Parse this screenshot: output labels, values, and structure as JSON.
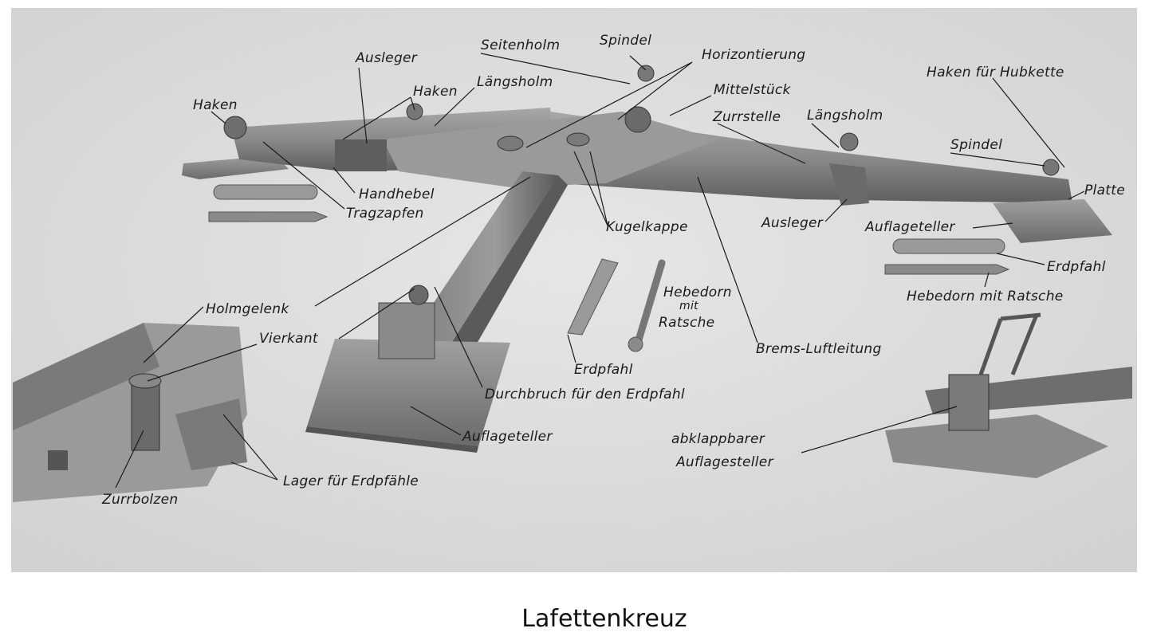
{
  "caption": "Lafettenkreuz",
  "labels": {
    "seitenholm": "Seitenholm",
    "spindel_top": "Spindel",
    "horizontierung": "Horizontierung",
    "ausleger_left": "Ausleger",
    "haken_mid": "Haken",
    "laengsholm_left": "Längsholm",
    "haken_left": "Haken",
    "mittelstueck": "Mittelstück",
    "zurrstelle": "Zurrstelle",
    "laengsholm_right": "Längsholm",
    "haken_hubkette": "Haken für Hubkette",
    "spindel_right": "Spindel",
    "platte": "Platte",
    "handhebel": "Handhebel",
    "tragzapfen": "Tragzapfen",
    "kugelkappe": "Kugelkappe",
    "ausleger_right": "Ausleger",
    "auflageteller_right": "Auflageteller",
    "erdpfahl_right": "Erdpfahl",
    "hebedorn_ratsche_right": "Hebedorn mit Ratsche",
    "hebedorn_line1": "Hebedorn",
    "hebedorn_line2": "mit",
    "hebedorn_line3": "Ratsche",
    "holmgelenk": "Holmgelenk",
    "vierkant": "Vierkant",
    "brems_luftleitung": "Brems-Luftleitung",
    "erdpfahl_center": "Erdpfahl",
    "durchbruch": "Durchbruch für den Erdpfahl",
    "auflageteller_center": "Auflageteller",
    "abklappbarer": "abklappbarer",
    "auflagesteller": "Auflagesteller",
    "lager_erdpfaehle": "Lager für Erdpfähle",
    "zurrbolzen": "Zurrbolzen"
  },
  "colors": {
    "photo_bg": "#dcdcdc",
    "metal_dark": "#6e6e6e",
    "metal_mid": "#8f8f8f",
    "metal_light": "#b4b4b4",
    "text": "#1a1a1a"
  }
}
